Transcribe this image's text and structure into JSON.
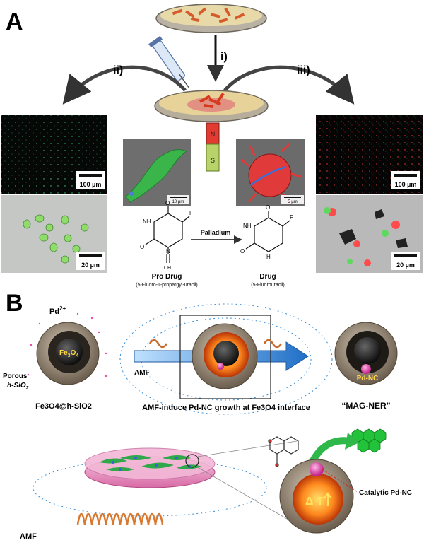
{
  "panelA": {
    "letter": "A",
    "step_i": "i)",
    "step_ii": "ii)",
    "step_iii": "iii)",
    "magnet_n": "N",
    "magnet_s": "S",
    "scale_100_left": "100 µm",
    "scale_20_left": "20 µm",
    "scale_10_sem": "10 µm",
    "scale_5_sem": "5 µm",
    "scale_100_right": "100 µm",
    "scale_20_right": "20 µm",
    "reaction_arrow_label": "Palladium",
    "prodrug_name": "Pro Drug",
    "prodrug_sub": "(5-Fluoro-1-propargyl-uracil)",
    "drug_name": "Drug",
    "drug_sub": "(5-Fluorouracil)",
    "atom_F": "F",
    "atom_O": "O",
    "atom_N": "N",
    "atom_H": "H",
    "atom_NH": "NH",
    "atom_CH": "CH",
    "colors": {
      "green_cell": "#39b54a",
      "red_cell": "#e63b3b",
      "dish": "#c94f4f"
    }
  },
  "panelB": {
    "letter": "B",
    "pd_ion": "Pd",
    "pd_charge": "2+",
    "fe3o4_core": "Fe",
    "fe3o4_3": "3",
    "fe3o4_O": "O",
    "fe3o4_4": "4",
    "porous_label": "Porous",
    "hsio2_label": "h-SiO",
    "hsio2_sub": "2",
    "particle_name": "Fe3O4@h-SiO2",
    "amf_label": "AMF",
    "center_caption": "AMF-induce Pd-NC growth at Fe3O4 interface",
    "mag_ner": "“MAG-NER”",
    "pdnc_label": "Pd-NC",
    "catalytic_label": "Catalytic Pd-NC",
    "amf_bottom": "AMF",
    "delta_t": "Δ T",
    "colors": {
      "blue_arrow": "#3b8fd6",
      "orange_coil": "#d9782f",
      "pink": "#e64ca6"
    }
  }
}
